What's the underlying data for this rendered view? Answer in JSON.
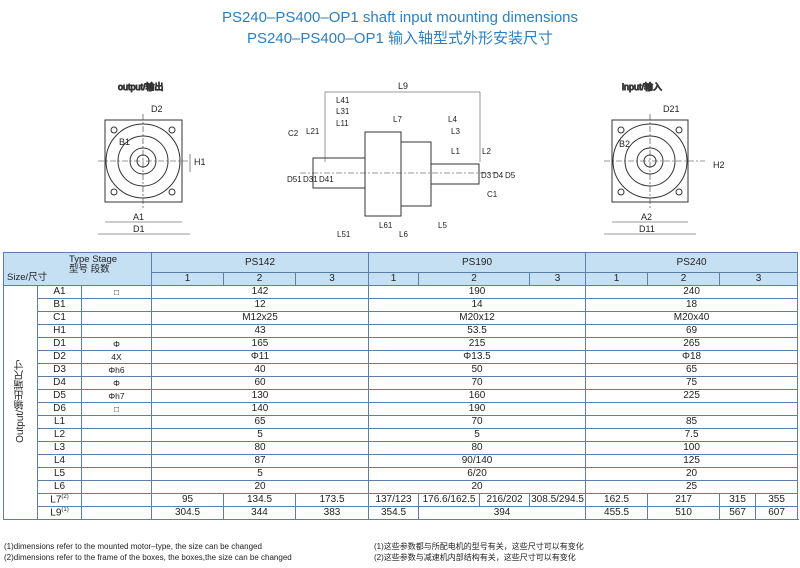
{
  "title": {
    "line1": "PS240–PS400–OP1 shaft input mounting dimensions",
    "line2": "PS240–PS400–OP1 输入轴型式外形安装尺寸"
  },
  "drawing": {
    "output_label": "output/输出",
    "input_label": "input/输入",
    "left_labels": [
      "D2",
      "B1",
      "H1",
      "A1",
      "D1"
    ],
    "right_labels": [
      "D21",
      "B2",
      "H2",
      "A2",
      "D11"
    ],
    "side_labels": [
      "L9",
      "L41",
      "L31",
      "L11",
      "L21",
      "C2",
      "L7",
      "L4",
      "L3",
      "L1",
      "L2",
      "D51",
      "D31",
      "D41",
      "D3",
      "D4",
      "D5",
      "C1",
      "L61",
      "L6",
      "L5",
      "L51"
    ]
  },
  "table": {
    "corner_type_stage": "Type Stage",
    "corner_type_stage_cn": "型号 段数",
    "corner_size": "Size/尺寸",
    "side_label": "Output/输出端尺寸",
    "groups": [
      "PS142",
      "PS190",
      "PS240"
    ],
    "stages": [
      "1",
      "2",
      "3"
    ],
    "rows": [
      {
        "key": "A1",
        "sym": "□",
        "v": [
          "142",
          "190",
          "240"
        ]
      },
      {
        "key": "B1",
        "sym": "",
        "v": [
          "12",
          "14",
          "18"
        ]
      },
      {
        "key": "C1",
        "sym": "",
        "v": [
          "M12x25",
          "M20x12",
          "M20x40"
        ]
      },
      {
        "key": "H1",
        "sym": "",
        "v": [
          "43",
          "53.5",
          "69"
        ]
      },
      {
        "key": "D1",
        "sym": "Φ",
        "v": [
          "165",
          "215",
          "265"
        ]
      },
      {
        "key": "D2",
        "sym": "4X",
        "v": [
          "Φ11",
          "Φ13.5",
          "Φ18"
        ]
      },
      {
        "key": "D3",
        "sym": "Φh6",
        "v": [
          "40",
          "50",
          "65"
        ]
      },
      {
        "key": "D4",
        "sym": "Φ",
        "v": [
          "60",
          "70",
          "75"
        ]
      },
      {
        "key": "D5",
        "sym": "Φh7",
        "v": [
          "130",
          "160",
          "225"
        ]
      },
      {
        "key": "D6",
        "sym": "□",
        "v": [
          "140",
          "190",
          ""
        ]
      },
      {
        "key": "L1",
        "sym": "",
        "v": [
          "65",
          "70",
          "85"
        ]
      },
      {
        "key": "L2",
        "sym": "",
        "v": [
          "5",
          "5",
          "7.5"
        ]
      },
      {
        "key": "L3",
        "sym": "",
        "v": [
          "80",
          "80",
          "100"
        ]
      },
      {
        "key": "L4",
        "sym": "",
        "v": [
          "87",
          "90/140",
          "125"
        ]
      },
      {
        "key": "L5",
        "sym": "",
        "v": [
          "5",
          "6/20",
          "20"
        ]
      },
      {
        "key": "L6",
        "sym": "",
        "v": [
          "20",
          "20",
          "25"
        ]
      }
    ],
    "l7": {
      "key": "L7",
      "note": "(2)",
      "v": [
        "95",
        "134.5",
        "173.5",
        "137/123",
        "176.6/162.5",
        "216/202",
        "308.5/294.5",
        "162.5",
        "217",
        "315",
        "355"
      ]
    },
    "l9": {
      "key": "L9",
      "note": "(1)",
      "v": [
        "304.5",
        "344",
        "383",
        "354.5",
        "394",
        "455.5",
        "510",
        "567",
        "607"
      ]
    }
  },
  "notes": {
    "en1": "(1)dimensions refer to the mounted motor–type, the size can be changed",
    "en2": "(2)dimensions refer to the frame of the boxes, the boxes,the size can be changed",
    "cn1": "(1)这些参数都与所配电机的型号有关，这些尺寸可以有变化",
    "cn2": "(2)这些参数与减速机内部结构有关，这些尺寸可以有变化"
  }
}
